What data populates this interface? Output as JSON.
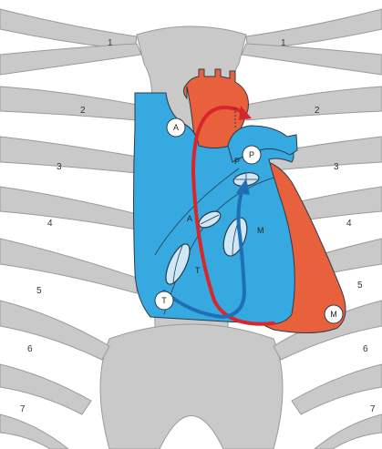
{
  "colors": {
    "bone": "#c9c9c9",
    "bone_line": "#9a9a9a",
    "background": "#ffffff",
    "right_heart": "#36a9e1",
    "left_heart": "#e8613c",
    "arrow_red": "#d9262b",
    "arrow_blue": "#1f6fb5",
    "valve_fill": "#cfe8f6",
    "outline": "#2b3a4a"
  },
  "rib_labels": {
    "left": [
      "1",
      "2",
      "3",
      "4",
      "5",
      "6",
      "7"
    ],
    "right": [
      "1",
      "2",
      "3",
      "4",
      "5",
      "6",
      "7"
    ]
  },
  "auscultation_points": {
    "aortic": "A",
    "pulmonic": "P",
    "tricuspid": "T",
    "mitral": "M"
  },
  "valve_labels": {
    "pulmonic": "P",
    "aortic": "A",
    "mitral": "M",
    "tricuspid": "T"
  },
  "icons": [
    "aortic-arch",
    "valve",
    "flow-arrow"
  ]
}
